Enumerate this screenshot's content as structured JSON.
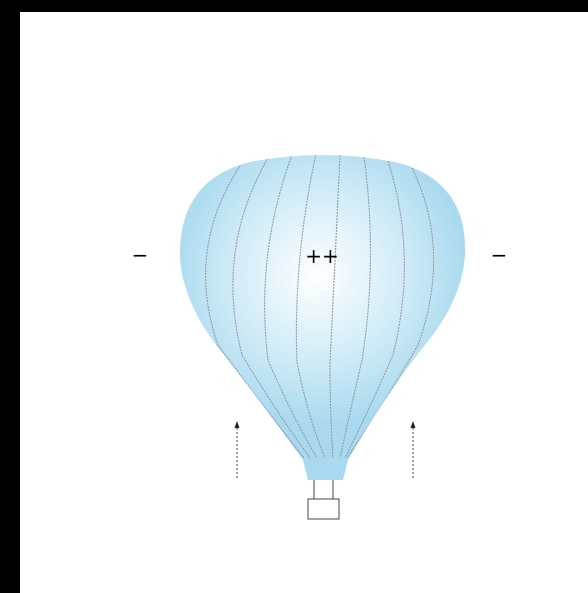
{
  "diagram": {
    "labels": {
      "inside": "++",
      "left_outside": "−",
      "right_outside": "−"
    },
    "colors": {
      "background_outer": "#000000",
      "panel": "#ffffff",
      "envelope_center": "#ffffff",
      "envelope_edge": "#a9d9ee",
      "gores": "#8f9aa2",
      "arrows": "#444444",
      "basket_stroke": "#444444"
    },
    "icons": [
      "hot-air-balloon",
      "up-arrow",
      "up-arrow"
    ]
  }
}
